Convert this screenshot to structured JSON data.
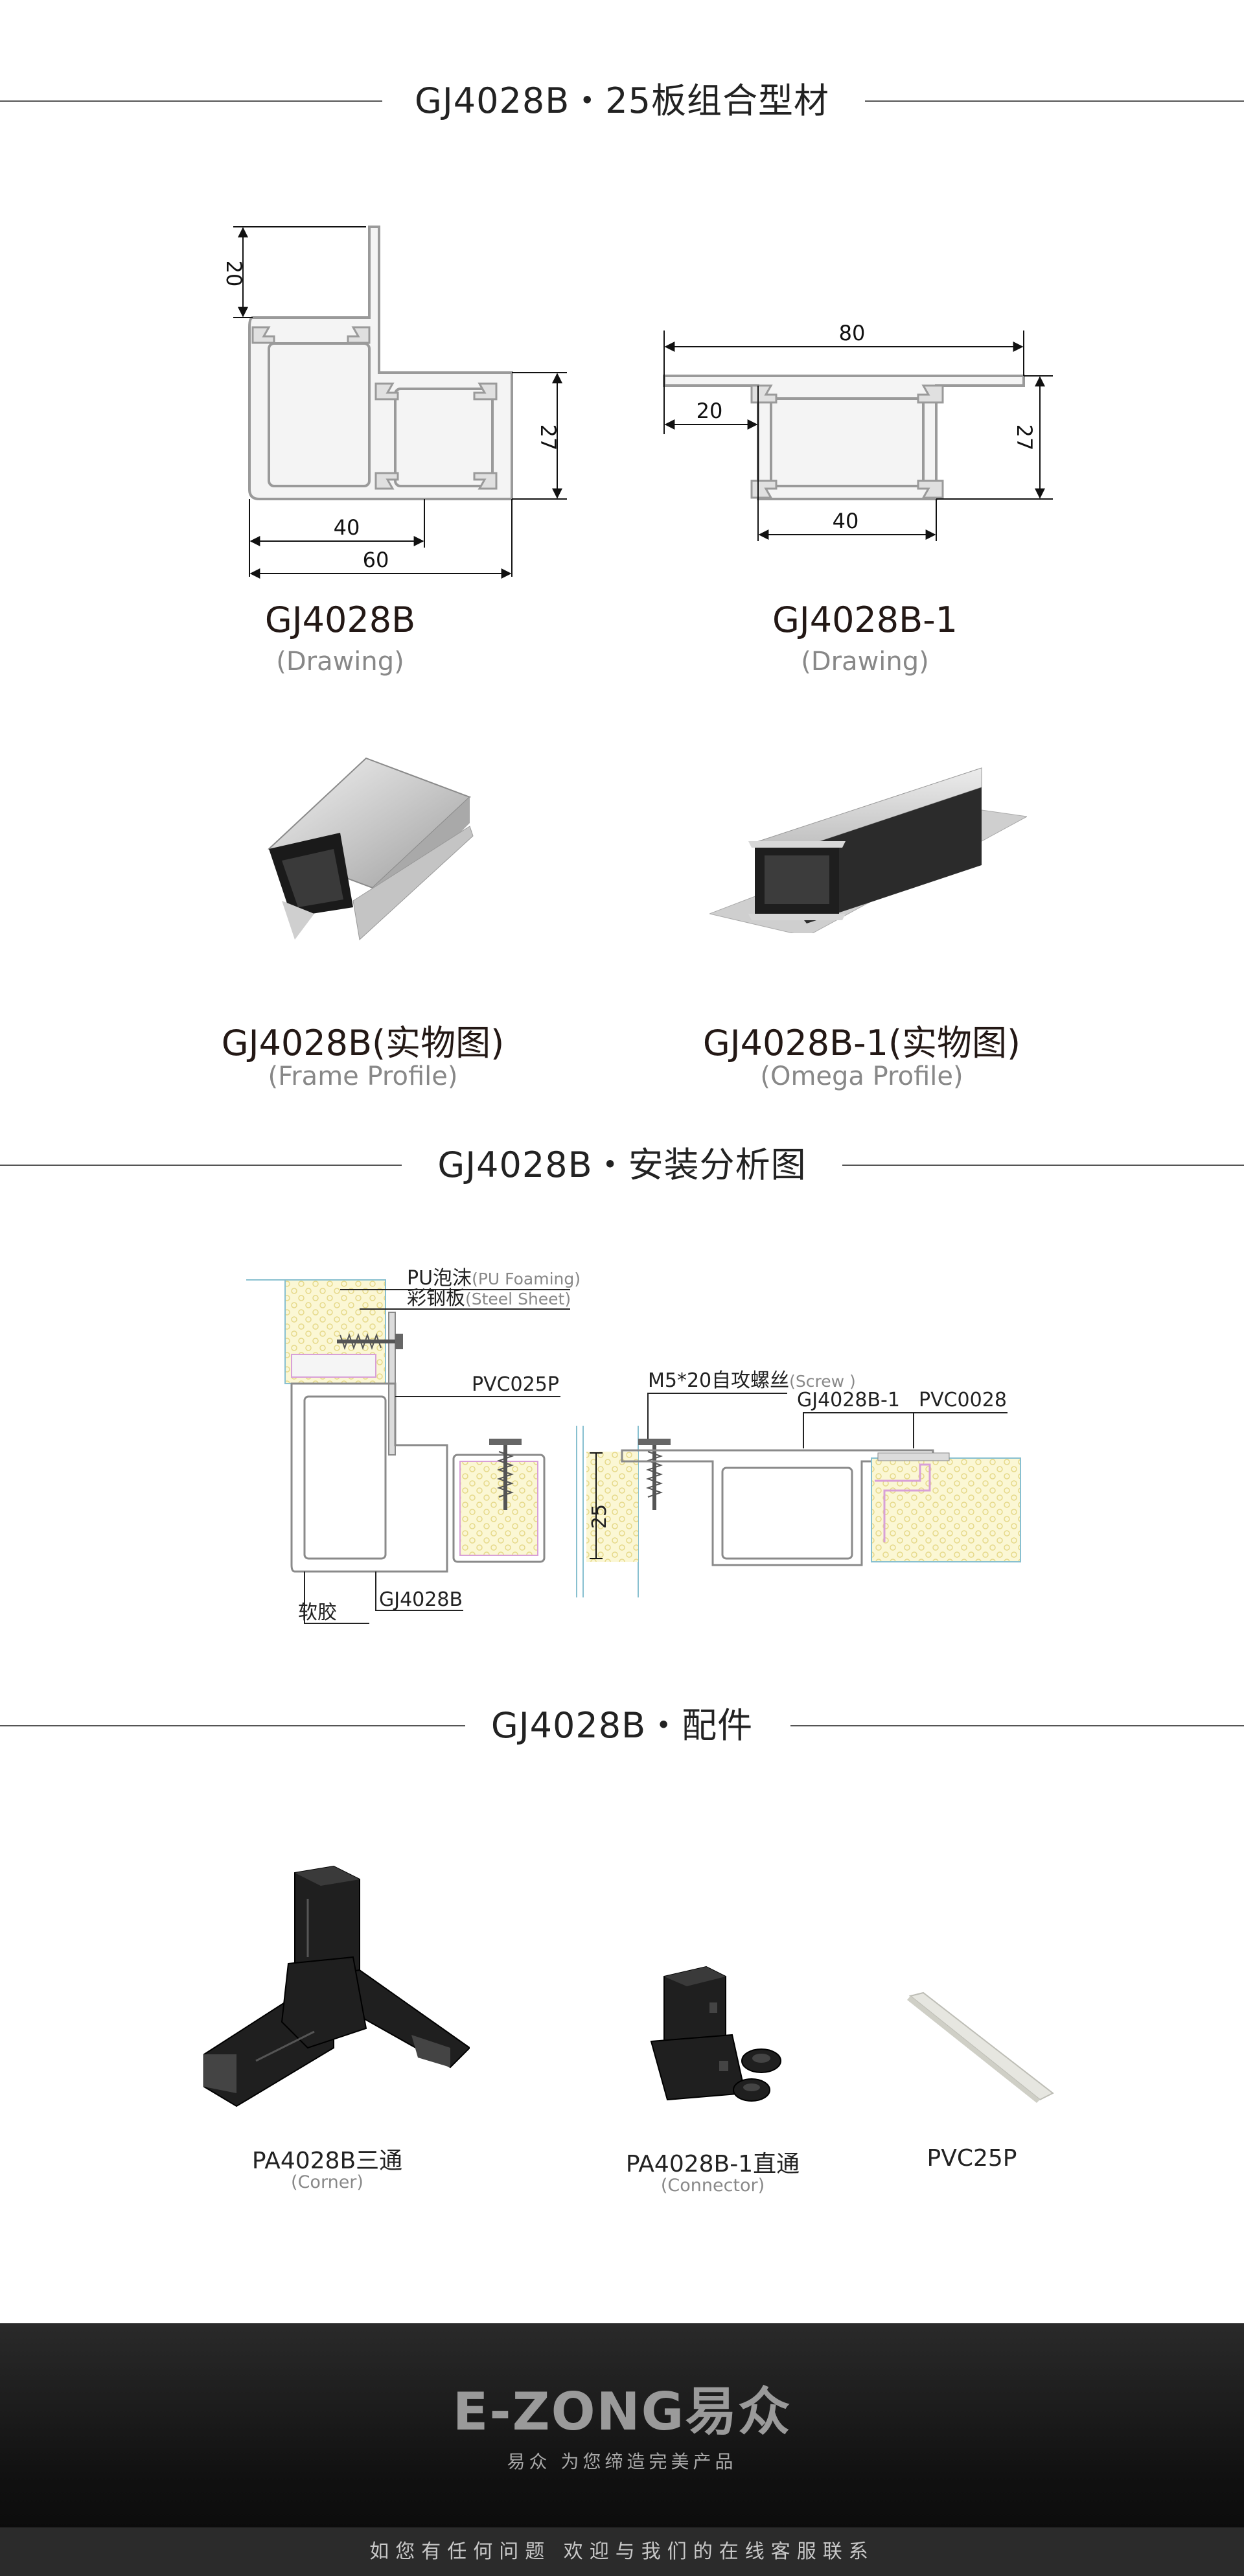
{
  "section1": {
    "title": "GJ4028B・25板组合型材"
  },
  "drawings": [
    {
      "name": "GJ4028B",
      "sub": "(Drawing)",
      "dims": [
        "20",
        "27",
        "40",
        "60"
      ]
    },
    {
      "name": "GJ4028B-1",
      "sub": "(Drawing)",
      "dims": [
        "80",
        "20",
        "27",
        "40"
      ]
    }
  ],
  "photos": [
    {
      "name": "GJ4028B(实物图)",
      "sub": "(Frame Profile)"
    },
    {
      "name": "GJ4028B-1(实物图)",
      "sub": "(Omega Profile)"
    }
  ],
  "section2": {
    "title": "GJ4028B・安装分析图",
    "labels": {
      "pu": "PU泡沫",
      "pu_en": "(PU Foaming)",
      "steel": "彩钢板",
      "steel_en": "(Steel Sheet)",
      "pvc025p": "PVC025P",
      "screw": "M5*20自攻螺丝",
      "screw_en": "(Screw )",
      "gj4028b1": "GJ4028B-1",
      "pvc0028": "PVC0028",
      "dim25": "25",
      "soft": "软胶",
      "gj4028b": "GJ4028B"
    }
  },
  "section3": {
    "title": "GJ4028B・配件"
  },
  "accessories": [
    {
      "name": "PA4028B三通",
      "sub": "(Corner)"
    },
    {
      "name": "PA4028B-1直通",
      "sub": "(Connector)"
    },
    {
      "name": "PVC25P",
      "sub": ""
    }
  ],
  "footer": {
    "logo": "E-ZONG易众",
    "slogan": "易众 为您缔造完美产品",
    "contact": "如您有任何问题   欢迎与我们的在线客服联系"
  }
}
